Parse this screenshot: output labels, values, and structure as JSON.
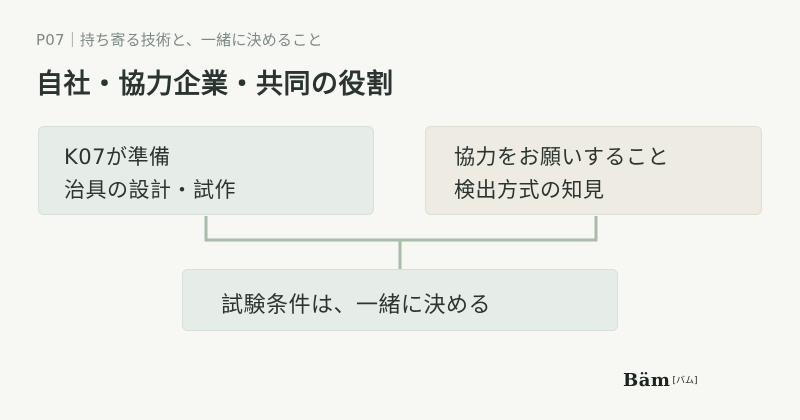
{
  "header": {
    "eyebrow": "P07｜持ち寄る技術と、一緒に決めること",
    "title": "自社・協力企業・共同の役割"
  },
  "boxes": {
    "left": {
      "line1": "K07が準備",
      "line2": "治具の設計・試作"
    },
    "right": {
      "line1": "協力をお願いすること",
      "line2": "検出方式の知見"
    },
    "bottom": {
      "line1": "試験条件は、一緒に決める"
    }
  },
  "logo": {
    "word": "Bäm",
    "sub": "[バム]"
  },
  "colors": {
    "background": "#f7f7f4",
    "green_box": "#e6ece7",
    "beige_box": "#eeebe3",
    "connector": "#a9bba9",
    "text": "#2b3430"
  }
}
